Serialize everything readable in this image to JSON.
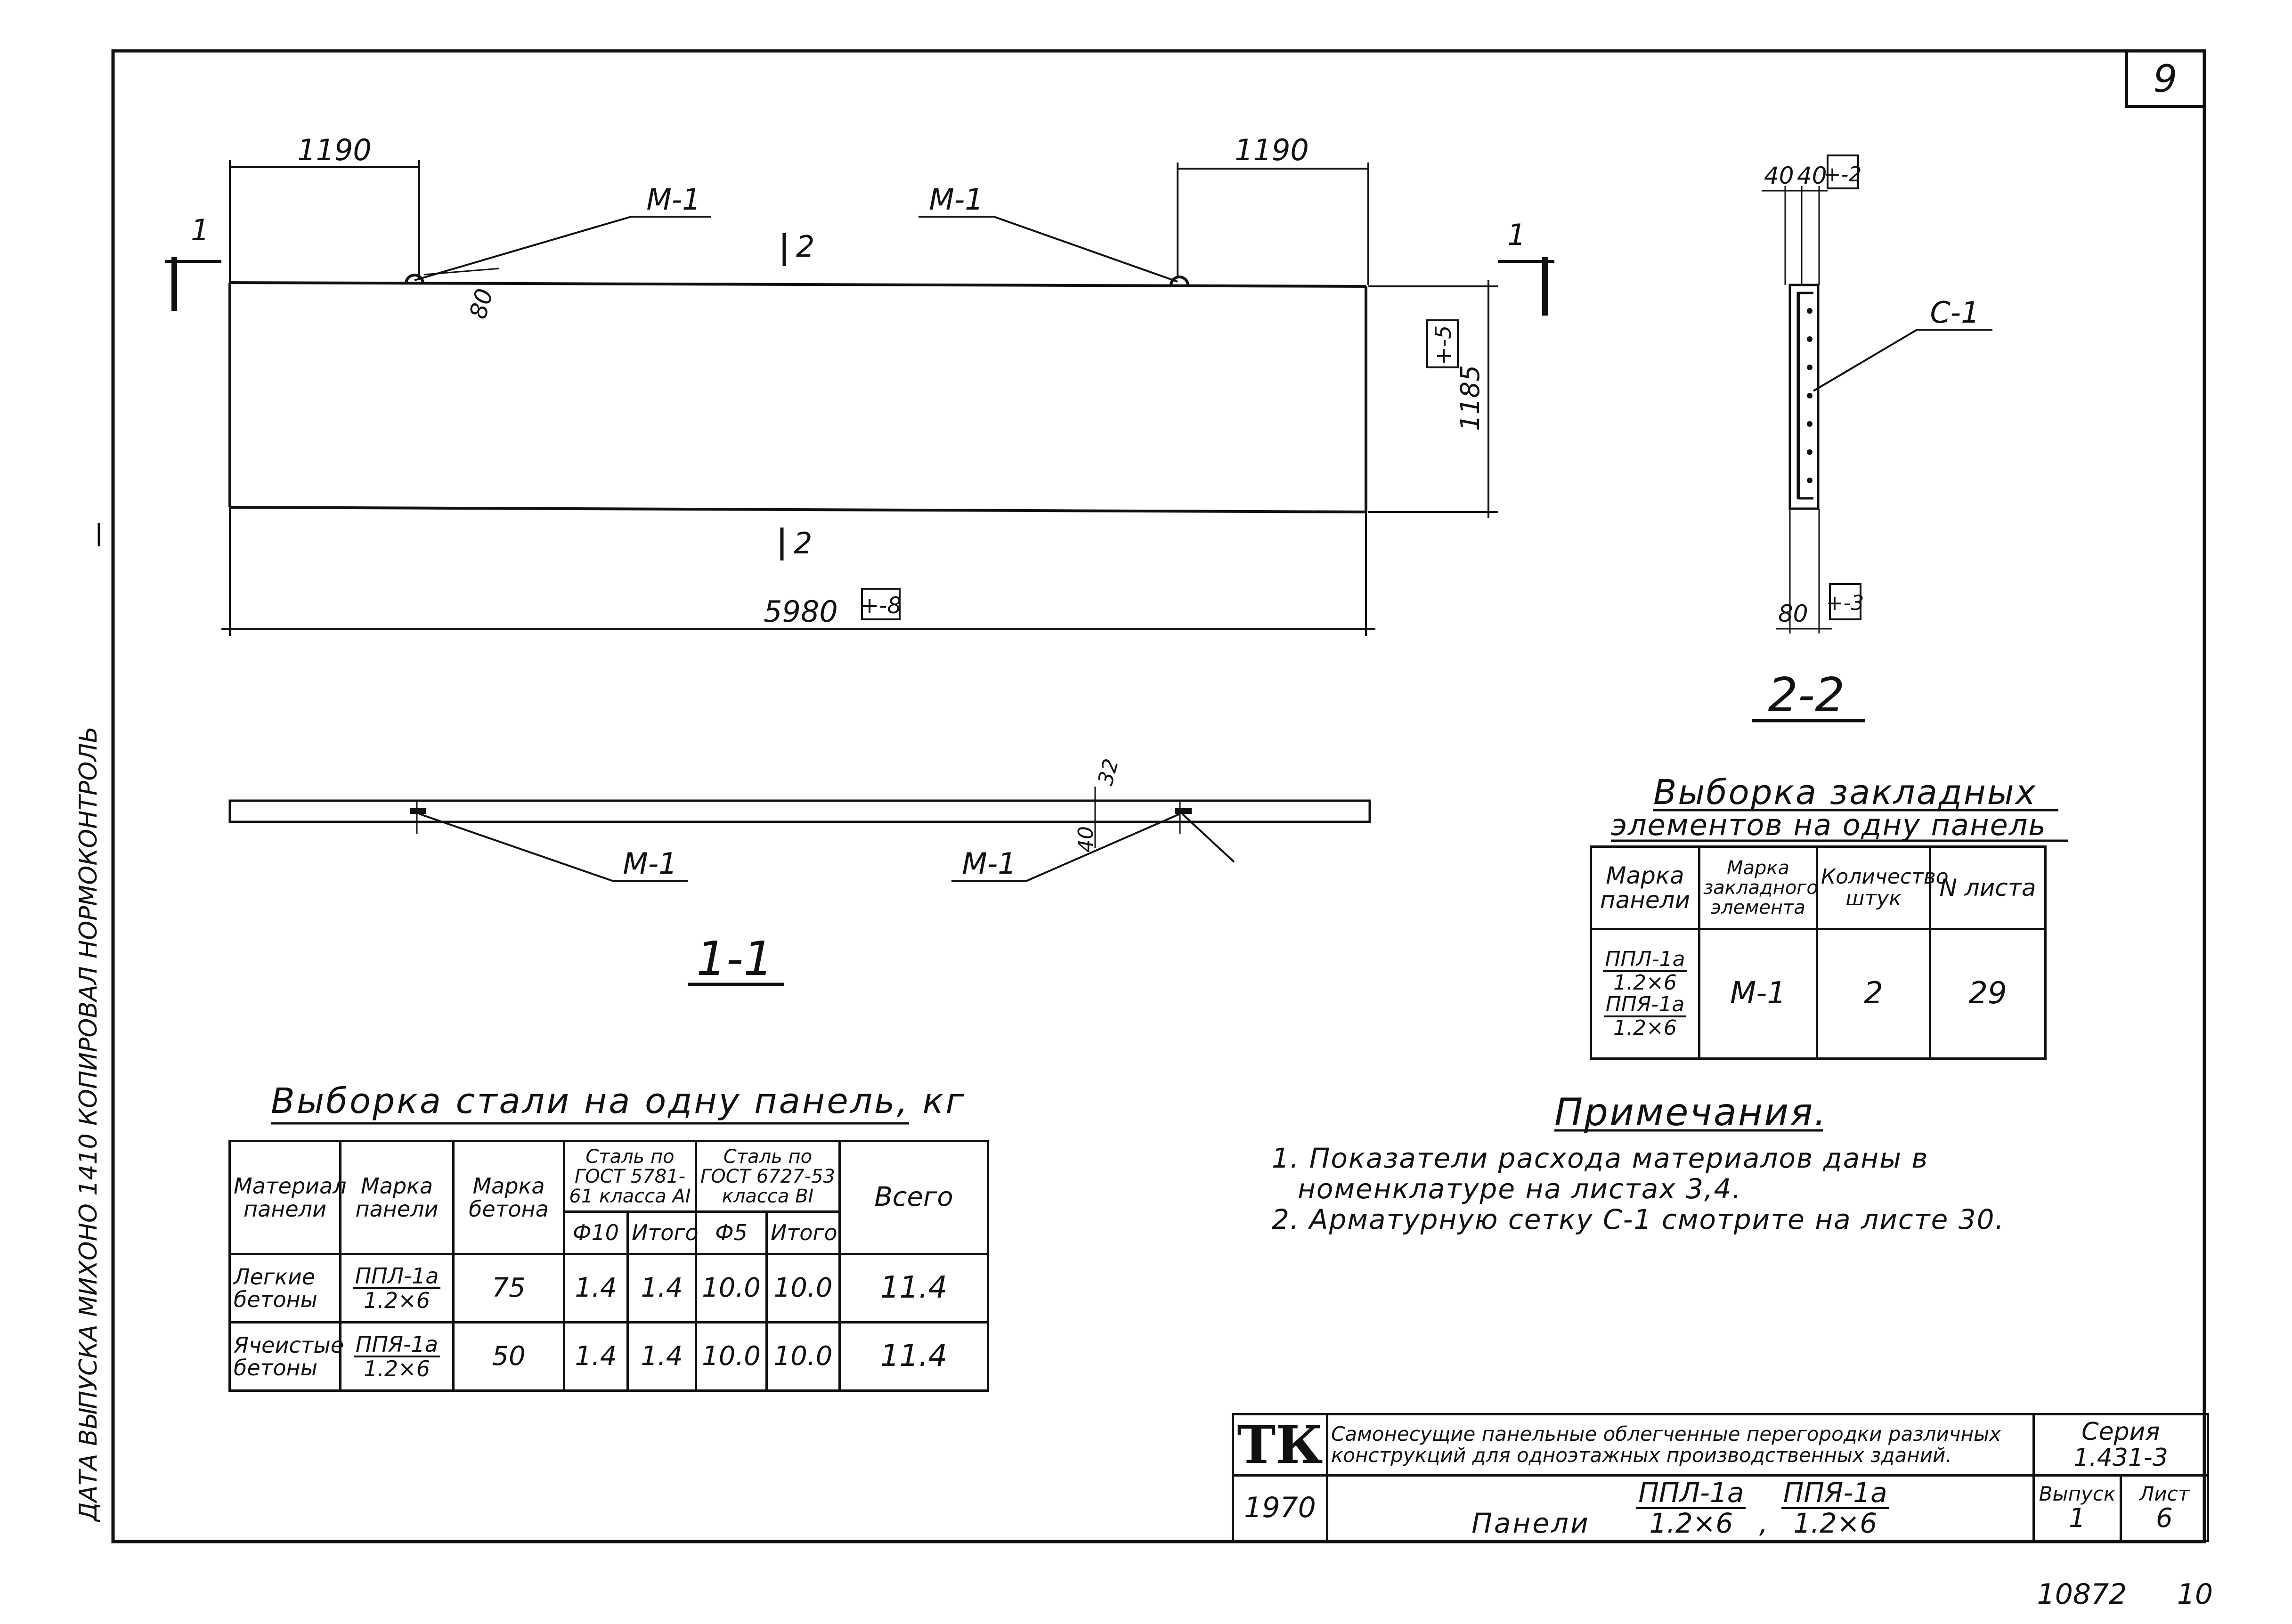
{
  "sheet": {
    "page_number": "9",
    "footer_number": "10872",
    "footer_page": "10",
    "side_text": "ДАТА ВЫПУСКА   МИХОНО   1410   КОПИРОВАЛ   НОРМОКОНТРОЛЬ"
  },
  "views": {
    "plan_dim_left": "1190",
    "plan_dim_right": "1190",
    "plan_dim_total": "5980",
    "plan_tol_total": "+-8",
    "plan_height": "1185",
    "plan_tol_height": "+-5",
    "mark_m1": "М-1",
    "section_mark_1": "1",
    "section_mark_2": "2",
    "dim_80": "80",
    "section_11_title": "1-1",
    "section_11_dim_32": "32",
    "section_11_dim_40": "40",
    "section_22_title": "2-2",
    "section_22_dim_40a": "40",
    "section_22_dim_40b": "40",
    "section_22_tol_top": "+-2",
    "section_22_dim_80": "80",
    "section_22_tol_bottom": "+-3",
    "mesh_mark": "С-1"
  },
  "steel_table": {
    "title": "Выборка стали на одну панель, кг",
    "headers": {
      "material": "Материал панели",
      "panel_mark": "Марка панели",
      "concrete_mark": "Марка бетона",
      "steel_a1": "Сталь по ГОСТ 5781-61 класса АI",
      "steel_b1": "Сталь по ГОСТ 6727-53 класса ВI",
      "total": "Всего",
      "d10": "Ф10",
      "subtotal_a": "Итого",
      "d5": "Ф5",
      "subtotal_b": "Итого"
    },
    "rows": [
      {
        "material": "Легкие бетоны",
        "mark_num": "ППЛ-1а",
        "mark_den": "1.2×6",
        "concrete": "75",
        "d10": "1.4",
        "sub_a": "1.4",
        "d5": "10.0",
        "sub_b": "10.0",
        "total": "11.4"
      },
      {
        "material": "Ячеистые бетоны",
        "mark_num": "ППЯ-1а",
        "mark_den": "1.2×6",
        "concrete": "50",
        "d10": "1.4",
        "sub_a": "1.4",
        "d5": "10.0",
        "sub_b": "10.0",
        "total": "11.4"
      }
    ]
  },
  "embed_table": {
    "title_line1": "Выборка закладных",
    "title_line2": "элементов на одну панель",
    "headers": {
      "panel_mark": "Марка панели",
      "element_mark": "Марка закладного элемента",
      "quantity": "Количество штук",
      "sheet_no": "N листа"
    },
    "row": {
      "mark1_num": "ППЛ-1а",
      "mark1_den": "1.2×6",
      "mark2_num": "ППЯ-1а",
      "mark2_den": "1.2×6",
      "element": "М-1",
      "quantity": "2",
      "sheet_no": "29"
    }
  },
  "notes": {
    "title": "Примечания.",
    "items": [
      "1. Показатели расхода материалов даны в",
      "номенклатуре на листах 3,4.",
      "2. Арматурную сетку С-1 смотрите на листе 30."
    ]
  },
  "title_block": {
    "logo": "ТК",
    "description_line1": "Самонесущие панельные облегченные перегородки различных",
    "description_line2": "конструкций для одноэтажных производственных зданий.",
    "series_label": "Серия",
    "series_value": "1.431-3",
    "year": "1970",
    "name": "Панели",
    "mark1_num": "ППЛ-1а",
    "mark1_den": "1.2×6",
    "mark2_num": "ППЯ-1а",
    "mark2_den": "1.2×6",
    "issue_label": "Выпуск",
    "issue_value": "1",
    "sheet_label": "Лист",
    "sheet_value": "6"
  }
}
